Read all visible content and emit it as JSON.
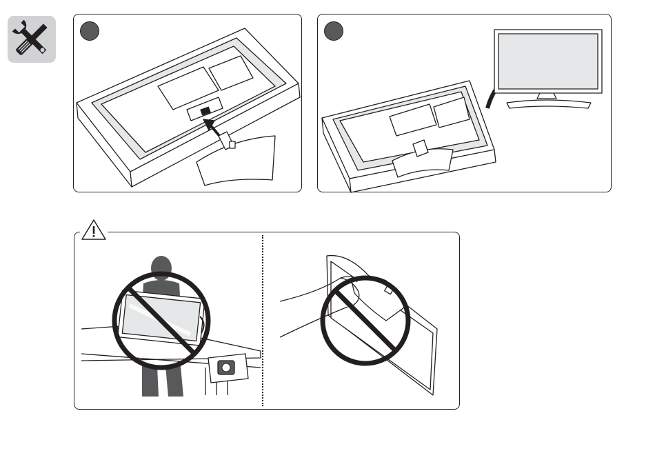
{
  "page": {
    "tool_icon": "tools-icon",
    "warning_icon": "warning-icon"
  },
  "steps": [
    {
      "badge_icon": "step-badge-icon",
      "illustration": "monitor-back-stand-attach"
    },
    {
      "badge_icon": "step-badge-icon",
      "illustration": "monitor-flip-upright"
    }
  ],
  "caution": {
    "left_illustration": "do-not-carry-by-screen",
    "right_illustration": "do-not-hold-by-stand"
  },
  "colors": {
    "line": "#231f20",
    "badge_fill": "#58595b",
    "tool_icon_bg": "#d1d2d4",
    "screen_fill": "#e6e7e8",
    "prohibit": "#231f20"
  }
}
